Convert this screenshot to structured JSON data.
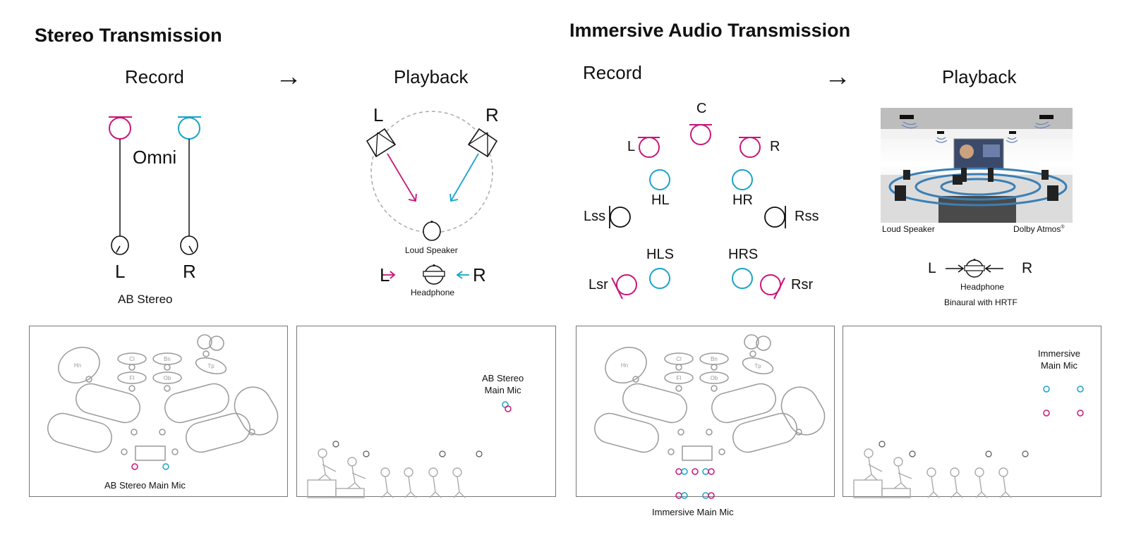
{
  "colors": {
    "left_channel": "#c8177a",
    "right_channel": "#1aa3c8",
    "neutral": "#111111",
    "stage_outline": "#999999"
  },
  "stereo": {
    "title": "Stereo Transmission",
    "record": {
      "heading": "Record",
      "mic_type_label": "Omni",
      "left_label": "L",
      "right_label": "R",
      "caption": "AB Stereo"
    },
    "arrow": "→",
    "playback": {
      "heading": "Playback",
      "speaker_left_label": "L",
      "speaker_right_label": "R",
      "loudspeaker_caption": "Loud Speaker",
      "headphone_left_label": "L",
      "headphone_right_label": "R",
      "headphone_caption": "Headphone"
    },
    "stage_plan": {
      "instruments": [
        "Hn",
        "Cl",
        "Bn",
        "Fl",
        "Ob",
        "Tp"
      ],
      "caption": "AB Stereo Main Mic"
    },
    "side_view": {
      "caption_line1": "AB Stereo",
      "caption_line2": "Main Mic"
    }
  },
  "immersive": {
    "title": "Immersive Audio Transmission",
    "record": {
      "heading": "Record",
      "channels": {
        "C": "C",
        "L": "L",
        "R": "R",
        "HL": "HL",
        "HR": "HR",
        "Lss": "Lss",
        "Rss": "Rss",
        "HLS": "HLS",
        "HRS": "HRS",
        "Lsr": "Lsr",
        "Rsr": "Rsr"
      }
    },
    "arrow": "→",
    "playback": {
      "heading": "Playback",
      "loudspeaker_caption": "Loud Speaker",
      "format_caption": "Dolby Atmos",
      "format_mark": "®",
      "headphone_left_label": "L",
      "headphone_right_label": "R",
      "headphone_caption": "Headphone",
      "binaural_caption": "Binaural with HRTF"
    },
    "stage_plan": {
      "instruments": [
        "Hn",
        "Cl",
        "Bn",
        "Fl",
        "Ob",
        "Tp"
      ],
      "caption": "Immersive Main Mic"
    },
    "side_view": {
      "caption_line1": "Immersive",
      "caption_line2": "Main Mic"
    }
  }
}
